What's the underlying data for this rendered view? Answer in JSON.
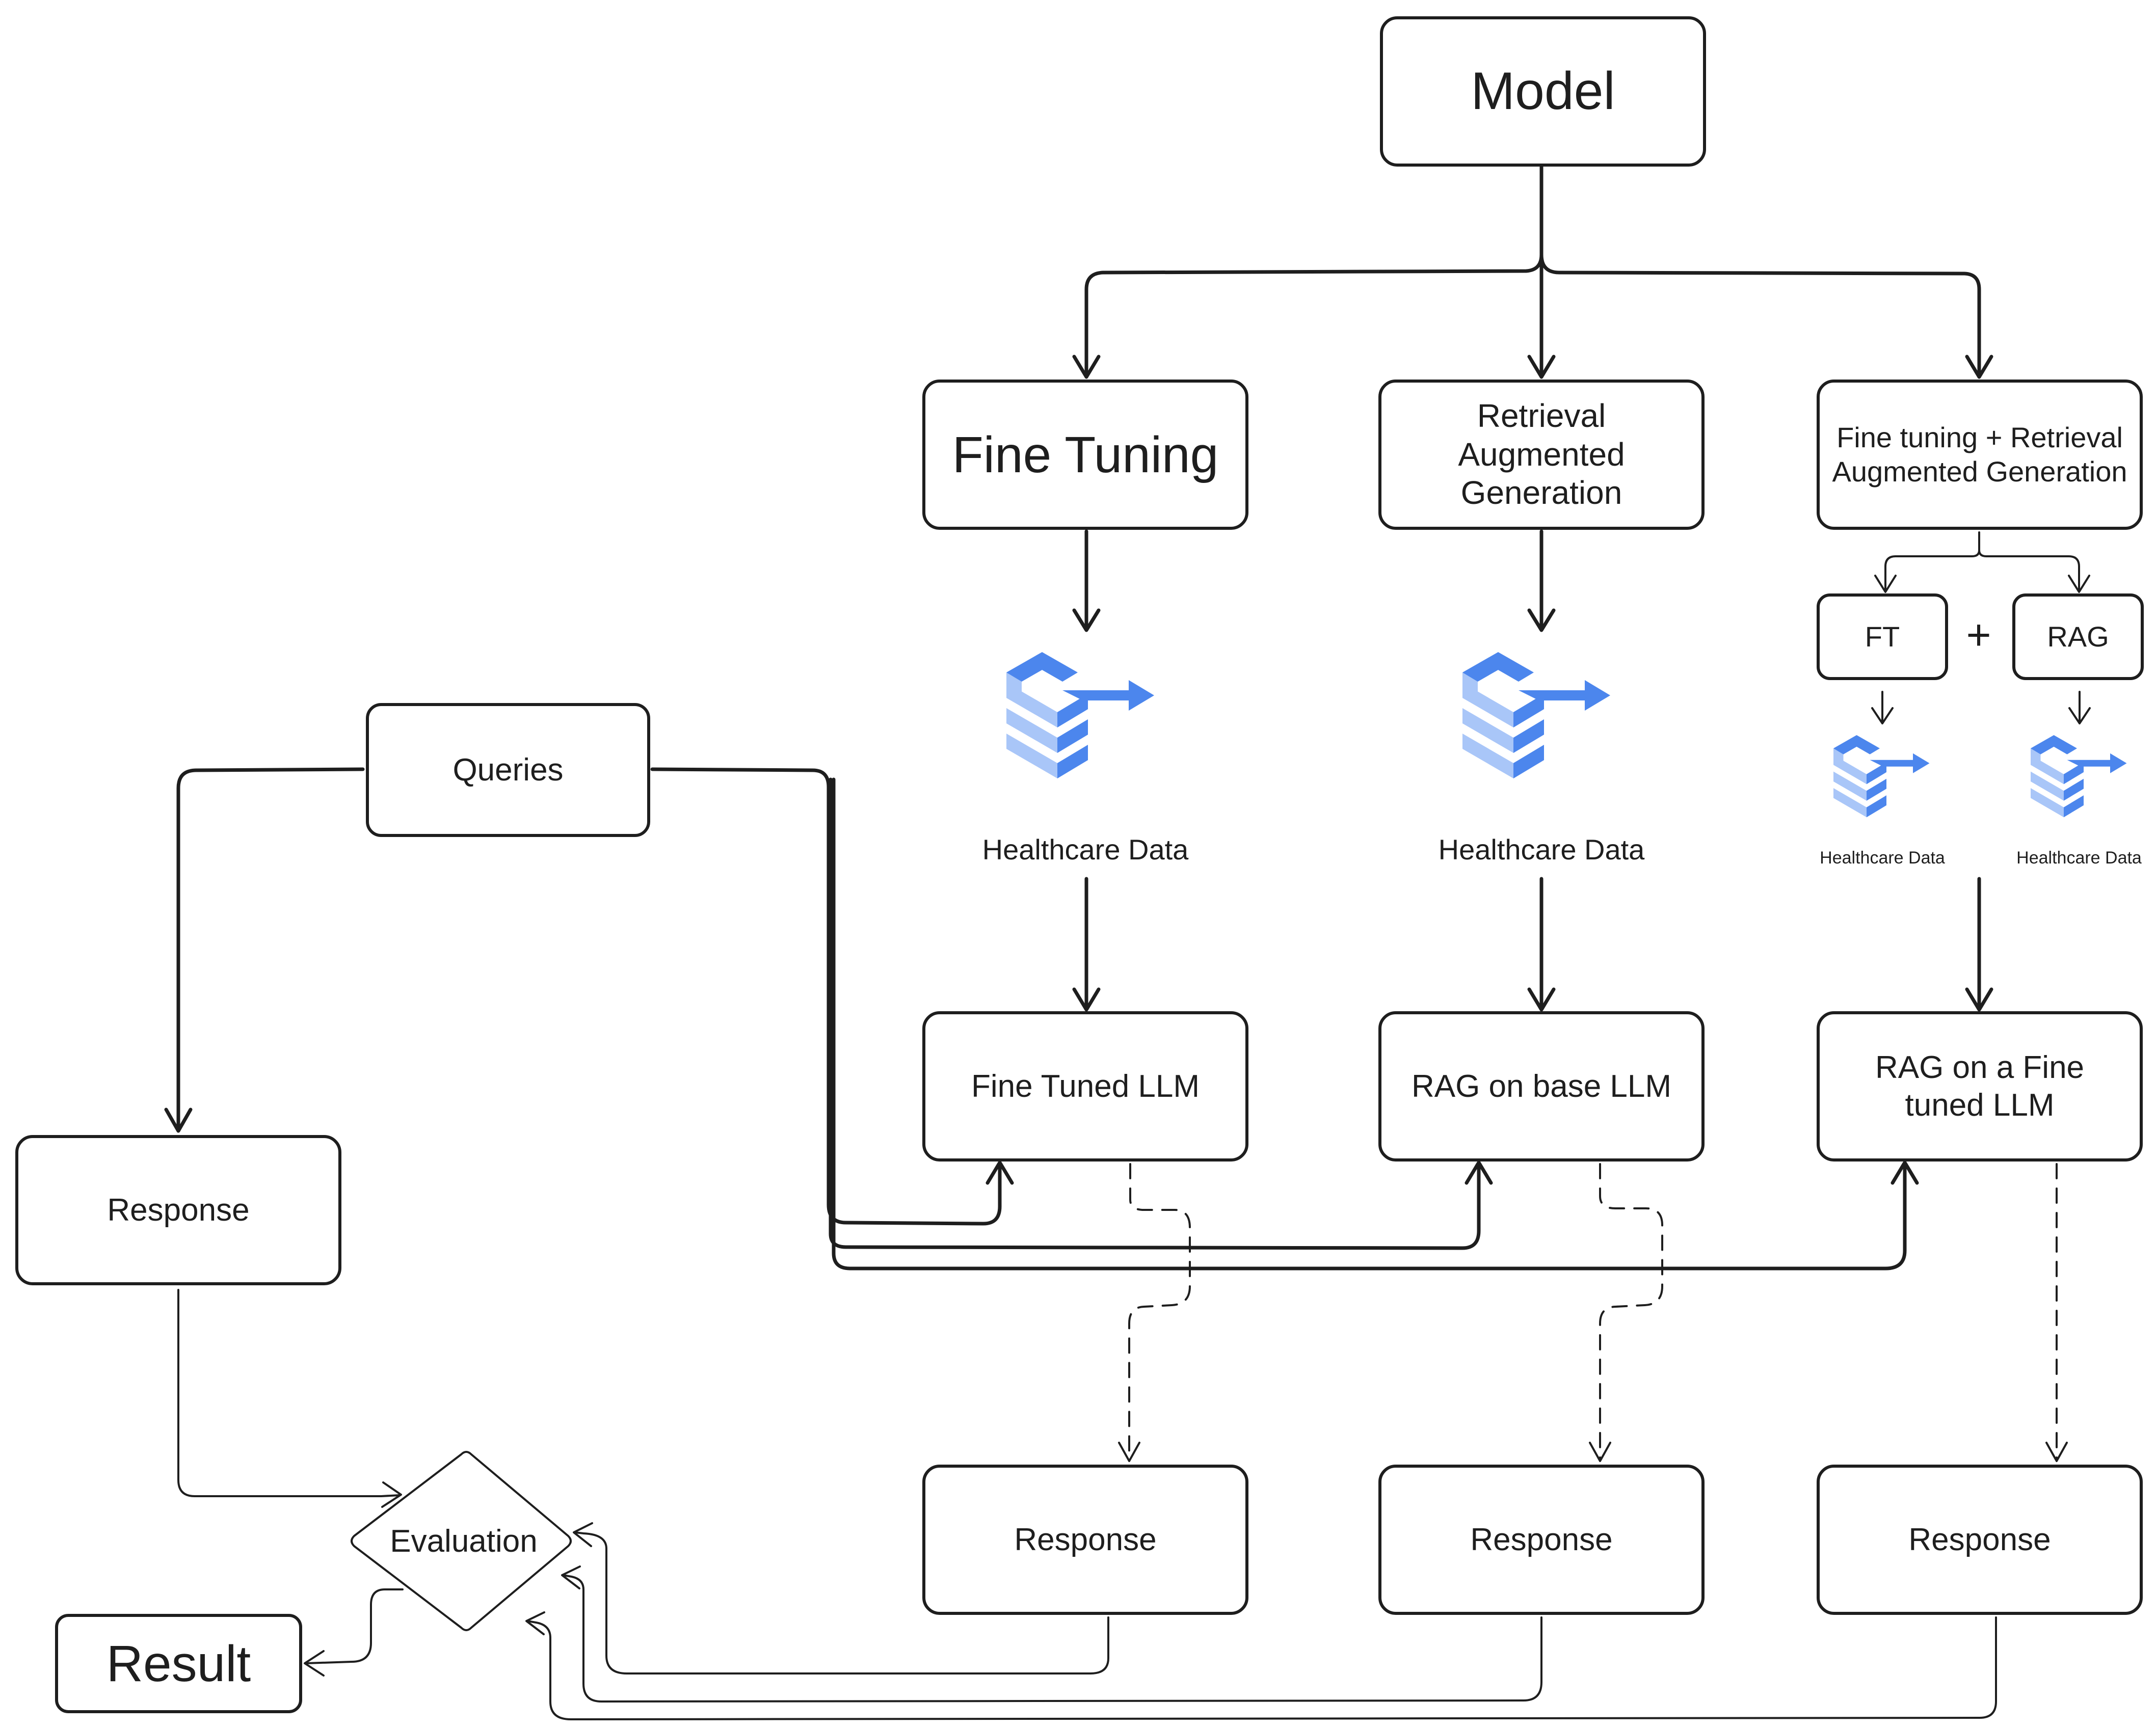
{
  "nodes": {
    "model": "Model",
    "fine_tuning": "Fine Tuning",
    "rag": "Retrieval\nAugmented\nGeneration",
    "ft_rag": "Fine tuning + Retrieval\nAugmented Generation",
    "ft": "FT",
    "plus": "+",
    "rag_small": "RAG",
    "healthcare_data_1": "Healthcare Data",
    "healthcare_data_2": "Healthcare Data",
    "healthcare_data_3": "Healthcare Data",
    "healthcare_data_4": "Healthcare Data",
    "queries": "Queries",
    "response_left": "Response",
    "fine_tuned_llm": "Fine Tuned LLM",
    "rag_base_llm": "RAG on base LLM",
    "rag_fine_tuned_llm": "RAG on a Fine\ntuned LLM",
    "response_1": "Response",
    "response_2": "Response",
    "response_3": "Response",
    "evaluation": "Evaluation",
    "result": "Result"
  },
  "icons": {
    "healthcare_data": "data-stack-icon"
  },
  "colors": {
    "stroke": "#1e1e1e",
    "icon_dark": "#4c86ed",
    "icon_light": "#a9c6f8"
  }
}
